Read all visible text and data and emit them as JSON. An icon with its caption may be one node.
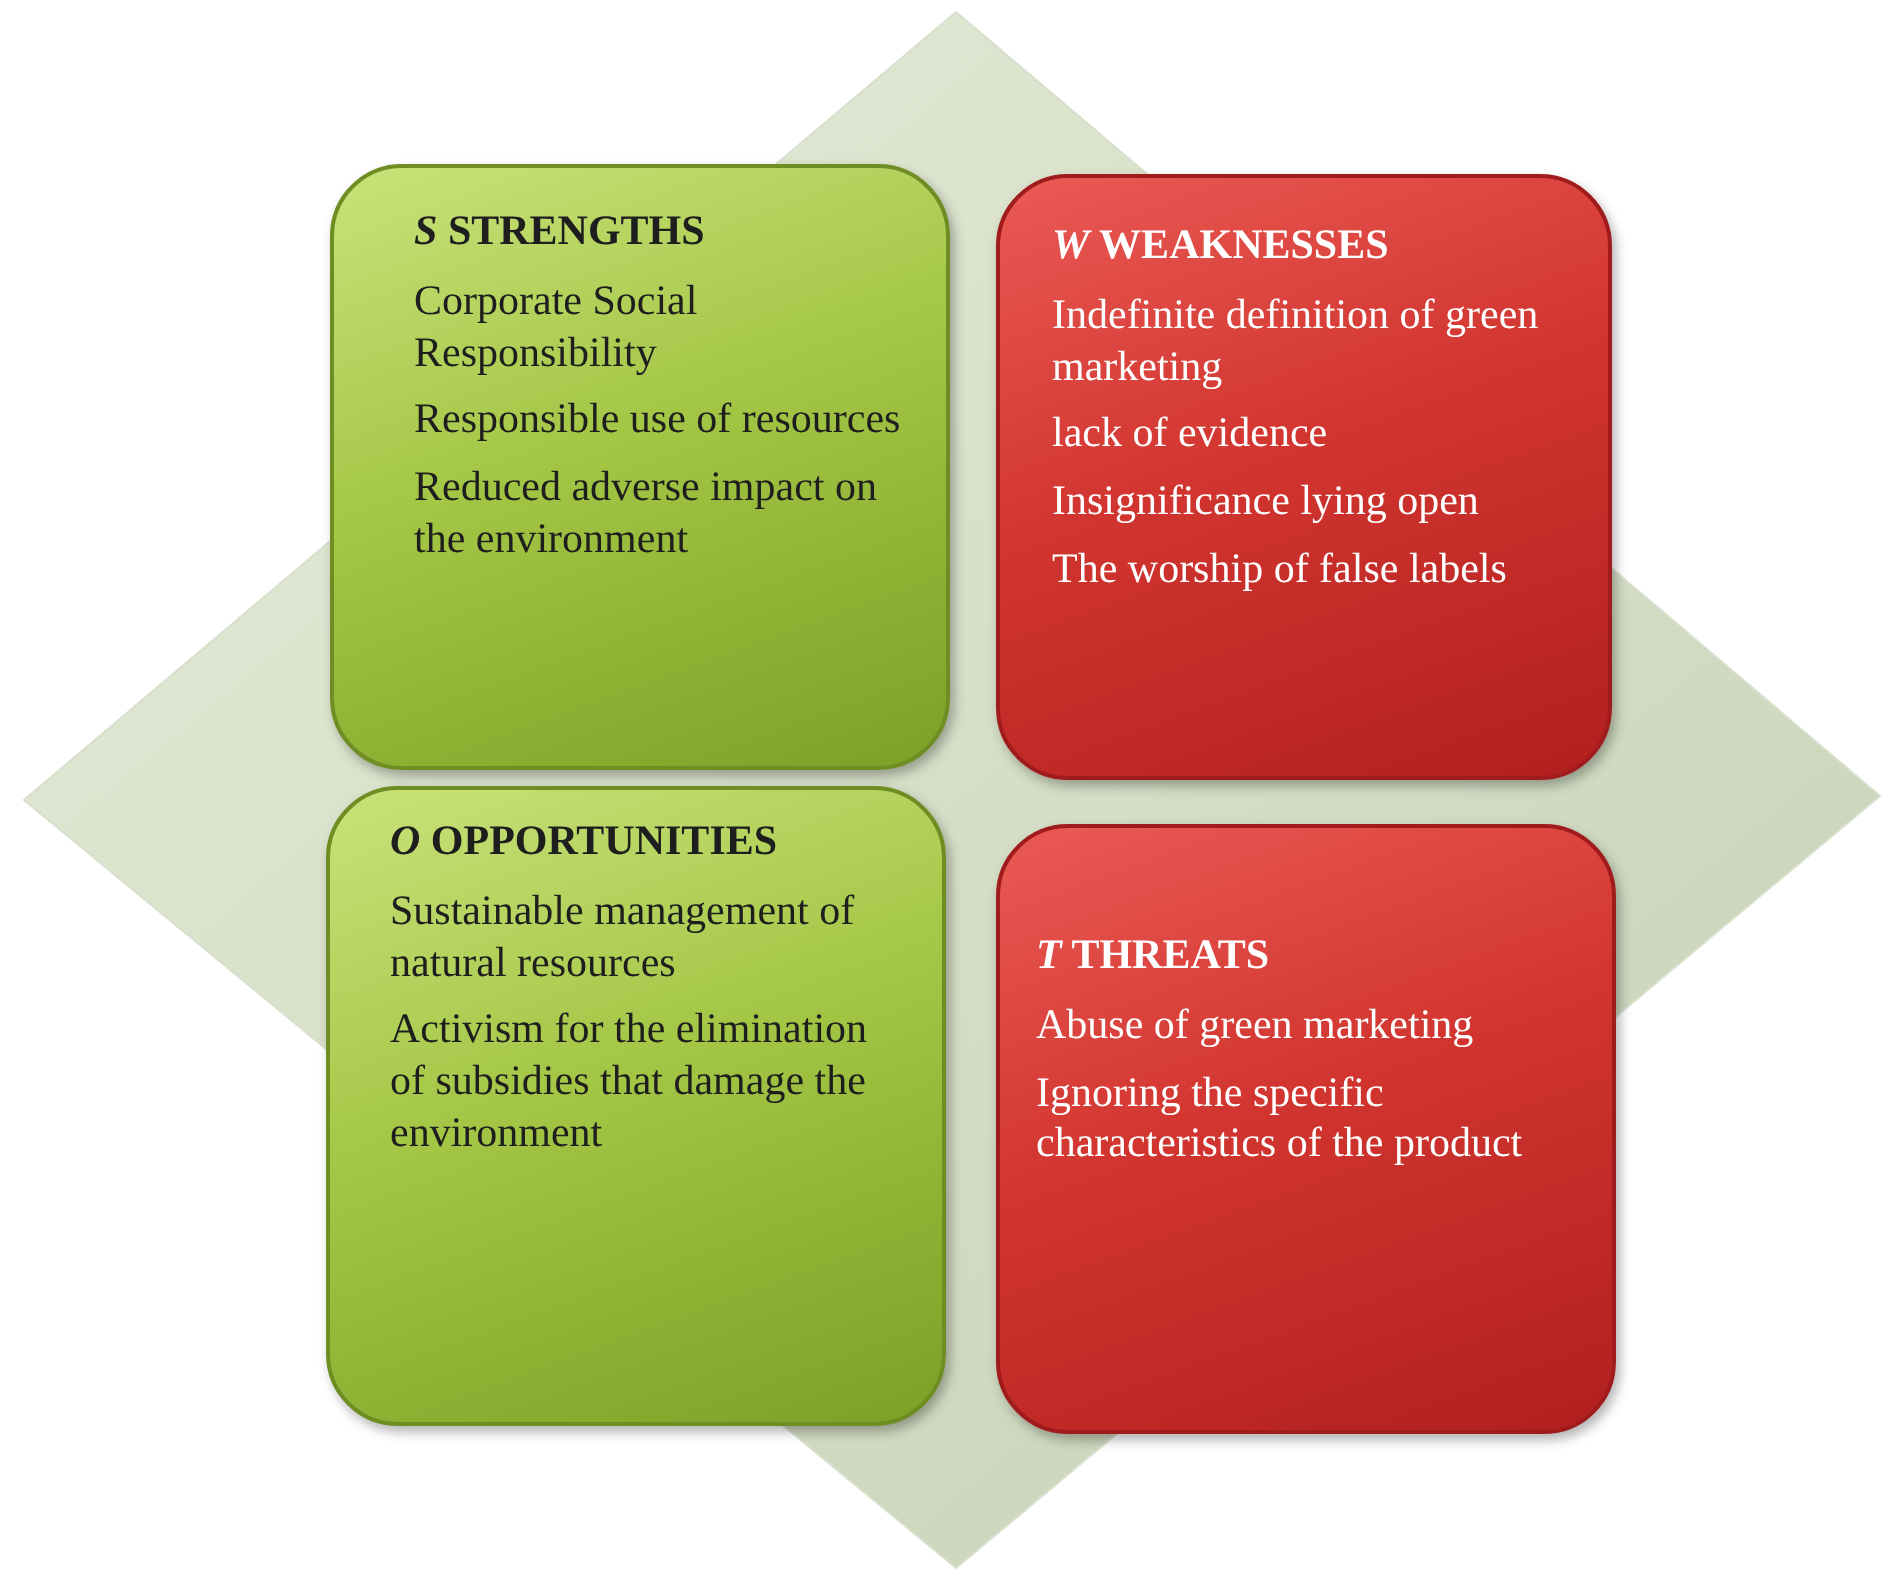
{
  "diagram": {
    "nodes": [
      {
        "text": [
          "*S* STRENGTHS",
          "Corporate Social Responsibility",
          "Responsible use of resources",
          "Reduced adverse impact on the environment"
        ]
      },
      {
        "text": [
          "*W* WEAKNESSES",
          "Indefinite definition of green marketing",
          "lack of evidence",
          "Insignificance lying open",
          "The worship of false labels"
        ]
      },
      {
        "text": [
          "*O* OPPORTUNITIES",
          "Sustainable management of natural resources",
          "Activism for the elimination of subsidies that damage the environment"
        ]
      },
      {
        "text": [
          "*T* THREATS",
          "Abuse of green marketing",
          "Ignoring the specific characteristics of the product"
        ]
      }
    ]
  }
}
